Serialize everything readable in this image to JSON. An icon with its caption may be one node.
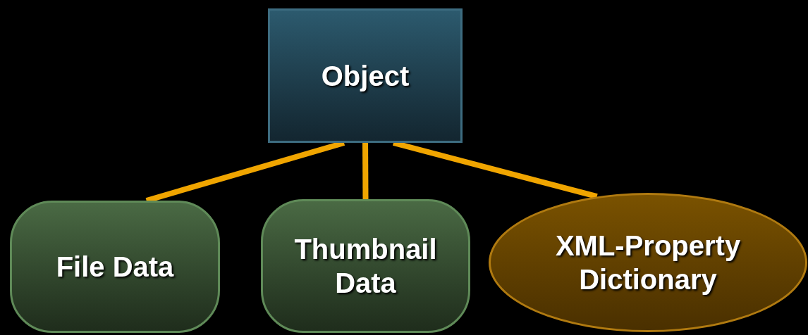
{
  "diagram": {
    "nodes": [
      {
        "text": [
          "Object"
        ]
      },
      {
        "text": [
          "File Data"
        ]
      },
      {
        "text": [
          "Thumbnail Data"
        ]
      },
      {
        "text": [
          "XML-Property Dictionary"
        ]
      }
    ],
    "edges": [
      {
        "from": 0,
        "to": 1,
        "arrow": "none"
      },
      {
        "from": 0,
        "to": 2,
        "arrow": "none"
      },
      {
        "from": 0,
        "to": 3,
        "arrow": "none"
      }
    ]
  }
}
